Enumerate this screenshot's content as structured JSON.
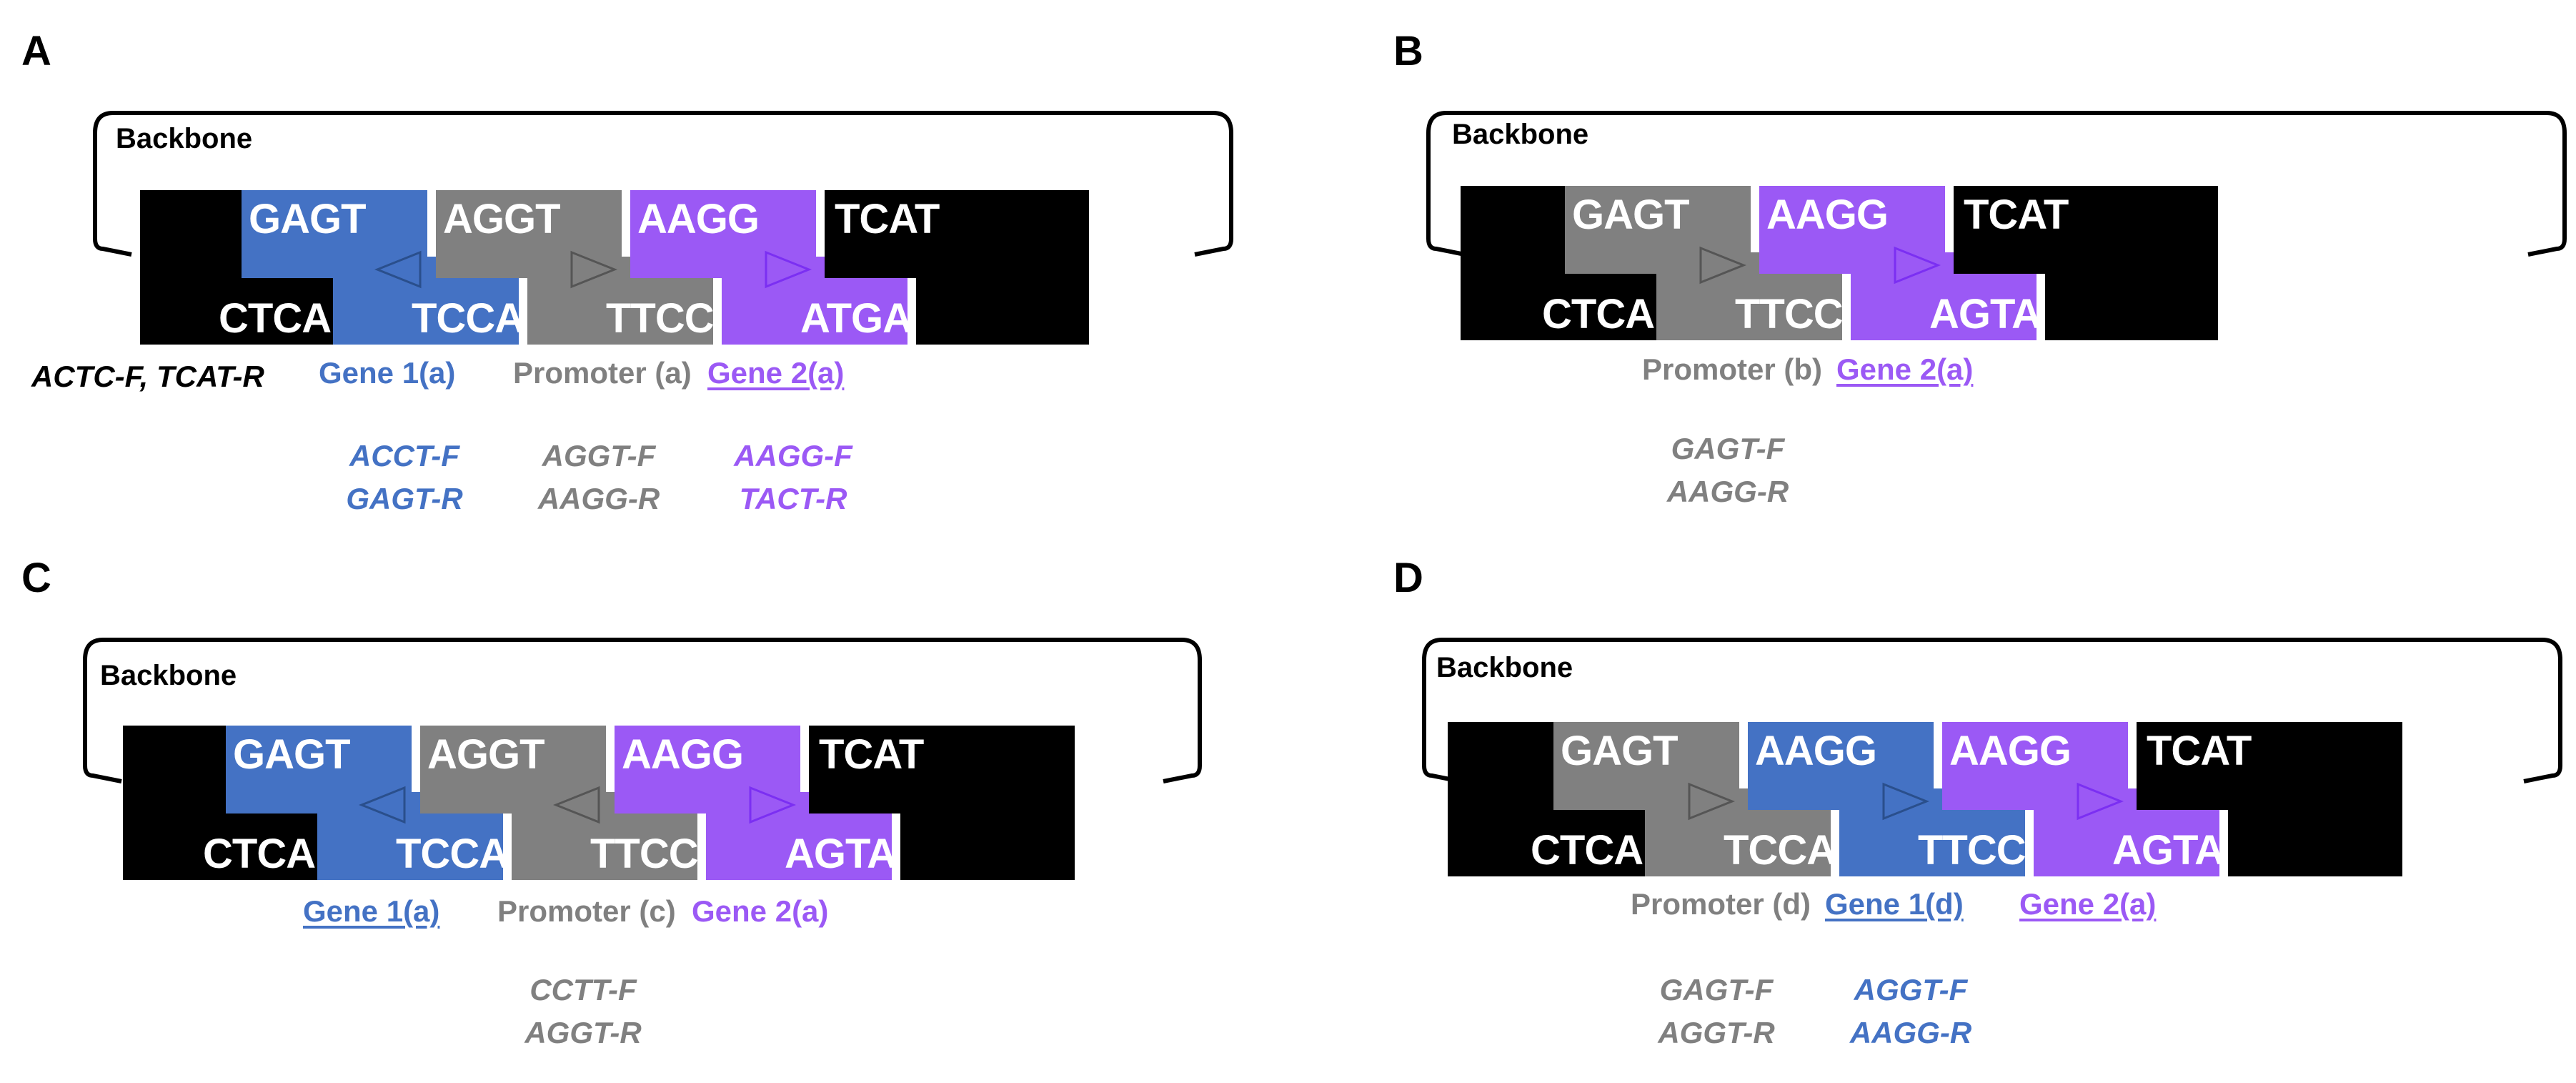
{
  "colors": {
    "blue": "#4472c4",
    "gray": "#808080",
    "purple": "#9b59f5",
    "black": "#000000",
    "white": "#ffffff"
  },
  "panels": [
    {
      "letter": "A",
      "backbone_label": "Backbone",
      "parts": [
        {
          "color": "#000000",
          "kind": "left"
        },
        {
          "color": "#4472c4",
          "top": "GAGT",
          "bottom": "TCCA",
          "arrow": "left",
          "label": "Gene 1(a)",
          "underline": false
        },
        {
          "color": "#808080",
          "top": "AGGT",
          "bottom": "TTCC",
          "arrow": "right",
          "label": "Promoter (a)",
          "underline": false
        },
        {
          "color": "#9b59f5",
          "top": "AAGG",
          "bottom": "ATGA",
          "arrow": "right",
          "label": "Gene 2(a)",
          "underline": true
        },
        {
          "color": "#000000",
          "kind": "right",
          "top": "TCAT"
        }
      ],
      "left_bottom": "CTCA",
      "backbone_primers": "ACTC-F, TCAT-R",
      "primers": [
        {
          "lines": [
            "ACCT-F",
            "GAGT-R"
          ],
          "color": "#4472c4"
        },
        {
          "lines": [
            "AGGT-F",
            "AAGG-R"
          ],
          "color": "#808080"
        },
        {
          "lines": [
            "AAGG-F",
            "TACT-R"
          ],
          "color": "#9b59f5"
        }
      ]
    },
    {
      "letter": "B",
      "backbone_label": "Backbone",
      "parts": [
        {
          "color": "#000000",
          "kind": "left"
        },
        {
          "color": "#808080",
          "top": "GAGT",
          "bottom": "TTCC",
          "arrow": "right",
          "label": "Promoter (b)",
          "underline": false
        },
        {
          "color": "#9b59f5",
          "top": "AAGG",
          "bottom": "AGTA",
          "arrow": "right",
          "label": "Gene 2(a)",
          "underline": true
        },
        {
          "color": "#000000",
          "kind": "right",
          "top": "TCAT"
        }
      ],
      "left_bottom": "CTCA",
      "primers": [
        {
          "lines": [
            "GAGT-F",
            "AAGG-R"
          ],
          "color": "#808080"
        }
      ]
    },
    {
      "letter": "C",
      "backbone_label": "Backbone",
      "parts": [
        {
          "color": "#000000",
          "kind": "left"
        },
        {
          "color": "#4472c4",
          "top": "GAGT",
          "bottom": "TCCA",
          "arrow": "left",
          "label": "Gene 1(a)",
          "underline": true
        },
        {
          "color": "#808080",
          "top": "AGGT",
          "bottom": "TTCC",
          "arrow": "left",
          "label": "Promoter (c)",
          "underline": false
        },
        {
          "color": "#9b59f5",
          "top": "AAGG",
          "bottom": "AGTA",
          "arrow": "right",
          "label": "Gene 2(a)",
          "underline": false
        },
        {
          "color": "#000000",
          "kind": "right",
          "top": "TCAT"
        }
      ],
      "left_bottom": "CTCA",
      "primers": [
        {
          "lines": [
            "CCTT-F",
            "AGGT-R"
          ],
          "color": "#808080"
        }
      ]
    },
    {
      "letter": "D",
      "backbone_label": "Backbone",
      "parts": [
        {
          "color": "#000000",
          "kind": "left"
        },
        {
          "color": "#808080",
          "top": "GAGT",
          "bottom": "TCCA",
          "arrow": "right",
          "label": "Promoter (d)",
          "underline": false
        },
        {
          "color": "#4472c4",
          "top": "AAGG",
          "bottom": "TTCC",
          "arrow": "right",
          "label": "Gene 1(d)",
          "underline": true
        },
        {
          "color": "#9b59f5",
          "top": "AAGG",
          "bottom": "AGTA",
          "arrow": "right",
          "label": "Gene 2(a)",
          "underline": true
        },
        {
          "color": "#000000",
          "kind": "right",
          "top": "TCAT"
        }
      ],
      "left_bottom": "CTCA",
      "primers": [
        {
          "lines": [
            "GAGT-F",
            "AGGT-R"
          ],
          "color": "#808080"
        },
        {
          "lines": [
            "AGGT-F",
            "AAGG-R"
          ],
          "color": "#4472c4"
        }
      ]
    }
  ]
}
